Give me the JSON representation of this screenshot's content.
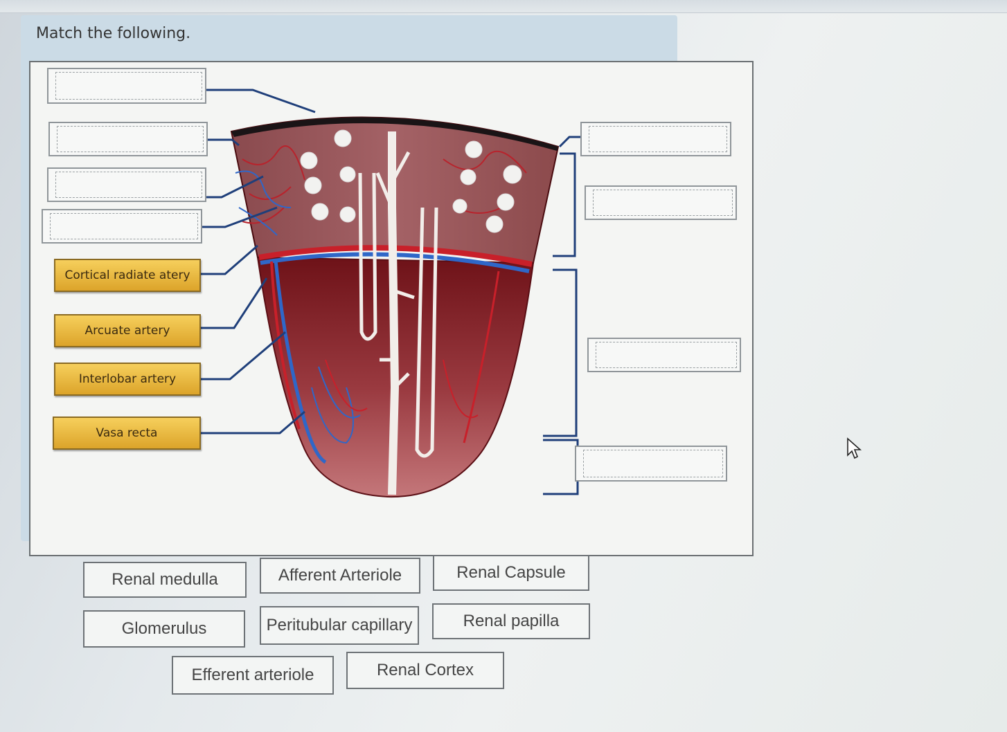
{
  "question": {
    "title": "Match the following."
  },
  "placed_labels": [
    "Cortical radiate atery",
    "Arcuate artery",
    "Interlobar artery",
    "Vasa recta"
  ],
  "choices": [
    "Renal medulla",
    "Afferent Arteriole",
    "Renal Capsule",
    "Glomerulus",
    "Peritubular capillary",
    "Renal papilla",
    "Efferent arteriole",
    "Renal Cortex"
  ],
  "icons": {
    "cursor": "mouse-pointer-icon"
  },
  "colors": {
    "label_fill": "#e8b83c",
    "connector": "#1f3f7a",
    "tissue_dark": "#7a1a22"
  }
}
